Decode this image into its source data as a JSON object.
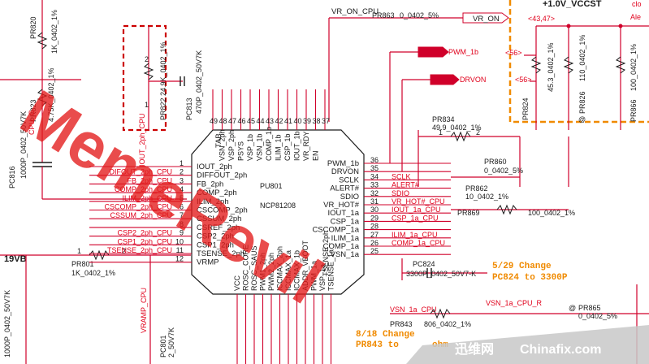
{
  "watermark": {
    "text": "MemeRevil",
    "site_cn": "迅维网",
    "site": "Chinafix.com"
  },
  "colors": {
    "wire": "#d0002a",
    "text": "#1a1a1a",
    "net_label": "#e0001b",
    "note": "#f08a00",
    "highlight": "#cc0000"
  },
  "top_rail": {
    "label": "+1.0V_VCCST",
    "partial_text": [
      "clo",
      "Ale"
    ],
    "pins": [
      "<43,47>",
      "<56>",
      "<56>"
    ]
  },
  "top_nets": {
    "vr_on_cpu": "VR_ON_CPU",
    "pr863": "PR863",
    "pr863_val": "0_0402_5%",
    "vr_on": "VR_ON",
    "pwm_1b": "PWM_1b",
    "drvon": "DRVON"
  },
  "left_parts": {
    "pr820": "PR820",
    "pr820_val": "1K_0402_1%",
    "pr823": "PR823",
    "pr823_val": "4.75K_0402_1%",
    "cpu_c": "CPU_C",
    "pc816": "PC816",
    "pc816_val": "1000P_0402_50V7K",
    "pr822": "PR822",
    "pr822_val": "24.9K_0402_1%",
    "pc813": "PC813",
    "pc813_val": "470P_0402_50V7K",
    "iout_2ph": "IOUT_2ph_CPU",
    "pin_1": "1",
    "pin_2": "2",
    "rail_19vb": "19VB",
    "pr801": "PR801",
    "pr801_val": "1K_0402_1%",
    "left_cap_val": "1000P_0402_50V7K",
    "vramp_cpu": "VRAMP_CPU",
    "pc801": "PC801",
    "pc801_val": "2_50V7K"
  },
  "ic": {
    "tab": "TAB",
    "ref": "PU801",
    "part": "NCP81208",
    "left_pins": [
      {
        "num": "1",
        "name": "IOUT_2ph"
      },
      {
        "num": "2",
        "name": "DIFFOUT_2ph"
      },
      {
        "num": "3",
        "name": "FB_2ph"
      },
      {
        "num": "4",
        "name": "COMP_2ph"
      },
      {
        "num": "5",
        "name": "ILIM_2ph"
      },
      {
        "num": "6",
        "name": "CSCOMP_2ph"
      },
      {
        "num": "7",
        "name": "CSSUM_2ph"
      },
      {
        "num": "8",
        "name": "CSREF_2ph"
      },
      {
        "num": "9",
        "name": "CSP2_2ph"
      },
      {
        "num": "10",
        "name": "CSP1_2ph"
      },
      {
        "num": "11",
        "name": "TSENSE_2ph"
      },
      {
        "num": "12",
        "name": "VRMP"
      }
    ],
    "left_nets": [
      "DIFOUT_2ph_CPU",
      "FB_2ph_CPU",
      "COMP_2ph_CPU",
      "ILIM_2ph_CPU",
      "CSCOMP_2ph_CPU",
      "CSSUM_2ph_CPU",
      "",
      "CSP2_2ph_CPU",
      "CSP1_2ph_CPU",
      "TSENSE_2ph_CPU"
    ],
    "right_pins": [
      {
        "num": "36",
        "name": "PWM_1b"
      },
      {
        "num": "35",
        "name": "DRVON"
      },
      {
        "num": "34",
        "name": "SCLK"
      },
      {
        "num": "33",
        "name": "ALERT#"
      },
      {
        "num": "32",
        "name": "SDIO"
      },
      {
        "num": "31",
        "name": "VR_HOT#"
      },
      {
        "num": "30",
        "name": "IOUT_1a"
      },
      {
        "num": "29",
        "name": "CSP_1a"
      },
      {
        "num": "28",
        "name": "CSCOMP_1a"
      },
      {
        "num": "27",
        "name": "ILIM_1a"
      },
      {
        "num": "26",
        "name": "COMP_1a"
      },
      {
        "num": "25",
        "name": "VSN_1a"
      }
    ],
    "right_nets": [
      "SCLK",
      "ALERT#",
      "SDIO",
      "VR_HOT#_CPU",
      "IOUT_1a_CPU",
      "CSP_1a_CPU",
      "",
      "ILIM_1a_CPU",
      "COMP_1a_CPU"
    ],
    "top_pins": [
      {
        "num": "49",
        "name": "TAB"
      },
      {
        "num": "48",
        "name": "VSN_2ph"
      },
      {
        "num": "47",
        "name": "VSP_2ph"
      },
      {
        "num": "46",
        "name": "PSYS"
      },
      {
        "num": "45",
        "name": "VSP_1b"
      },
      {
        "num": "44",
        "name": "VSN_1b"
      },
      {
        "num": "43",
        "name": "COMP_1b"
      },
      {
        "num": "42",
        "name": "ILIM_1b"
      },
      {
        "num": "41",
        "name": "CSP_1b"
      },
      {
        "num": "40",
        "name": "IOUT_1b"
      },
      {
        "num": "39",
        "name": "VR_RDY"
      },
      {
        "num": "38",
        "name": "EN"
      },
      {
        "num": "37",
        "name": ""
      }
    ],
    "bottom_pins": [
      "VCC",
      "ROSC_CORE",
      "ROSC_SAUS",
      "PWM1_2ph",
      "PWM2_2ph",
      "ICCMAX_2ph",
      "ICCMAX_1a",
      "ICCMAX_1b",
      "ADDR_VBOOT",
      "PWM_1a",
      "VSP_1a",
      "TSENSE_1a"
    ],
    "bottom_extra": [
      "TSENSE_2ph"
    ]
  },
  "right_parts": {
    "pr834": "PR834",
    "pr834_val": "49.9_0402_1%",
    "pr860": "PR860",
    "pr860_val": "0_0402_5%",
    "pr862": "PR862",
    "pr862_val": "10_0402_1%",
    "pr869": "PR869",
    "pr869_val": "100_0402_1%",
    "pr824": "PR824",
    "pr824_val": "45.3_0402_1%",
    "pr826": "PR826",
    "pr826_val": "110_0402_1%",
    "pr866": "PR866",
    "pr866_val": "100_0402_1%",
    "pc824": "PC824",
    "pc824_val": "3300P_0402_50V7-K",
    "pr843": "PR843",
    "pr843_val": "806_0402_1%",
    "pr865": "PR865",
    "pr865_val": "0_0402_5%",
    "vsn_1a_cpu": "VSN_1a_CPU",
    "vsn_1a_cpu_r": "VSN_1a_CPU_R",
    "at": "@",
    "pin_1": "1",
    "pin_2": "2"
  },
  "notes": [
    "5/29 Change",
    "PC824 to 3300P",
    "8/18 Change",
    "PR843 to",
    "ohm"
  ]
}
